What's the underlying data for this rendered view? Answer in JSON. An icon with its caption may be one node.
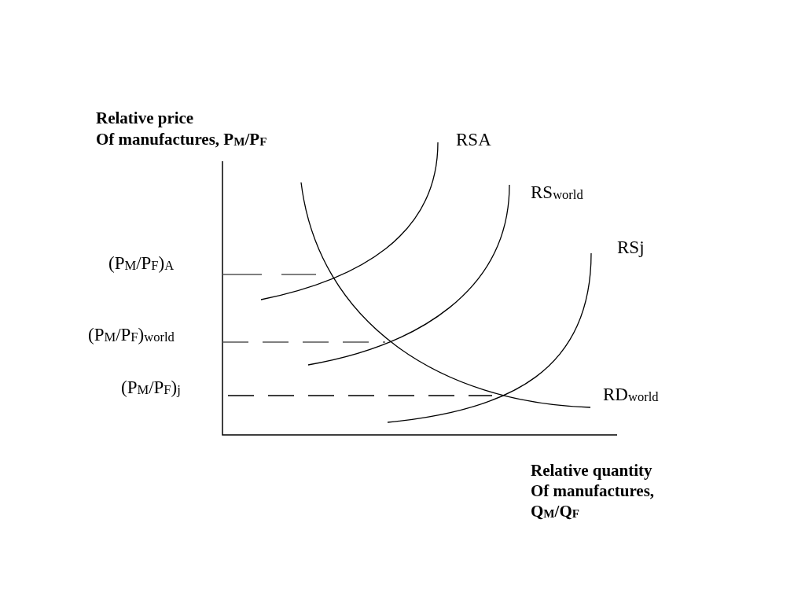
{
  "diagram": {
    "labels": [
      "Relative price Of manufactures, P$_{M}$/P$_{F}$",
      "RSA",
      "RS$_{world}$",
      "RSj",
      "(P$_{M}$/P$_{F}$)$_{A}$",
      "(P$_{M}$/P$_{F}$)$_{world}$",
      "(P$_{M}$/P$_{F}$)$_{j}$",
      "RD$_{world}$",
      "Relative quantity Of manufactures, Q$_{M}$/Q$_{F}$"
    ]
  }
}
